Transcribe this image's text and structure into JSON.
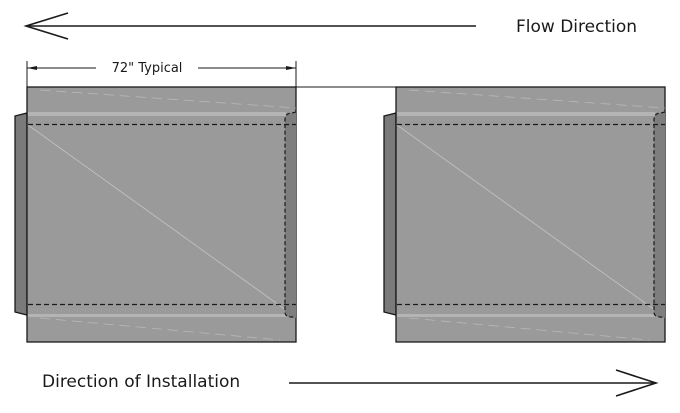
{
  "labels": {
    "flow_direction": "Flow Direction",
    "direction_of_installation": "Direction of Installation",
    "dimension": "72\" Typical"
  },
  "arrows": {
    "flow": "left",
    "installation": "right"
  },
  "sections": [
    {
      "name": "pipe-section-1"
    },
    {
      "name": "pipe-section-2"
    }
  ],
  "colors": {
    "section_fill": "#9a9a9a",
    "bell_fill": "#7a7a7a",
    "stroke": "#1a1a1a",
    "highlight": "#b8b8b8"
  }
}
